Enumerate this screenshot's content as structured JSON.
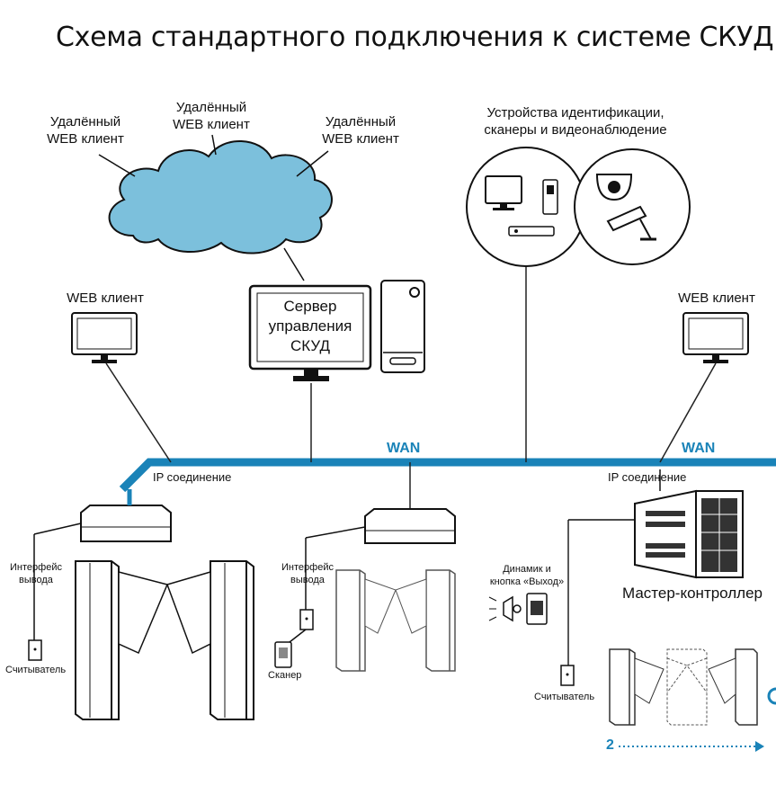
{
  "title": "Схема стандартного подключения к системе СКУД",
  "cloud": {
    "clients": [
      "Удалённый\nWEB клиент",
      "Удалённый\nWEB клиент",
      "Удалённый\nWEB клиент"
    ]
  },
  "devices_label": "Устройства идентификации,\nсканеры и видеонаблюдение",
  "web_client_left": "WEB клиент",
  "web_client_right": "WEB клиент",
  "server_label": "Сервер\nуправления\nСКУД",
  "wan_left": "WAN",
  "wan_right": "WAN",
  "ip_left": "IP соединение",
  "ip_right": "IP соединение",
  "interface_1": "Интерфейс\nвывода",
  "interface_2": "Интерфейс\nвывода",
  "reader_1": "Считыватель",
  "reader_2": "Считыватель",
  "scanner": "Сканер",
  "speaker_button": "Динамик и\nкнопка «Выход»",
  "master_controller": "Мастер-контроллер",
  "step_number": "2",
  "colors": {
    "network": "#1a83b8",
    "cloud": "#7cc0dc",
    "line": "#222222"
  }
}
